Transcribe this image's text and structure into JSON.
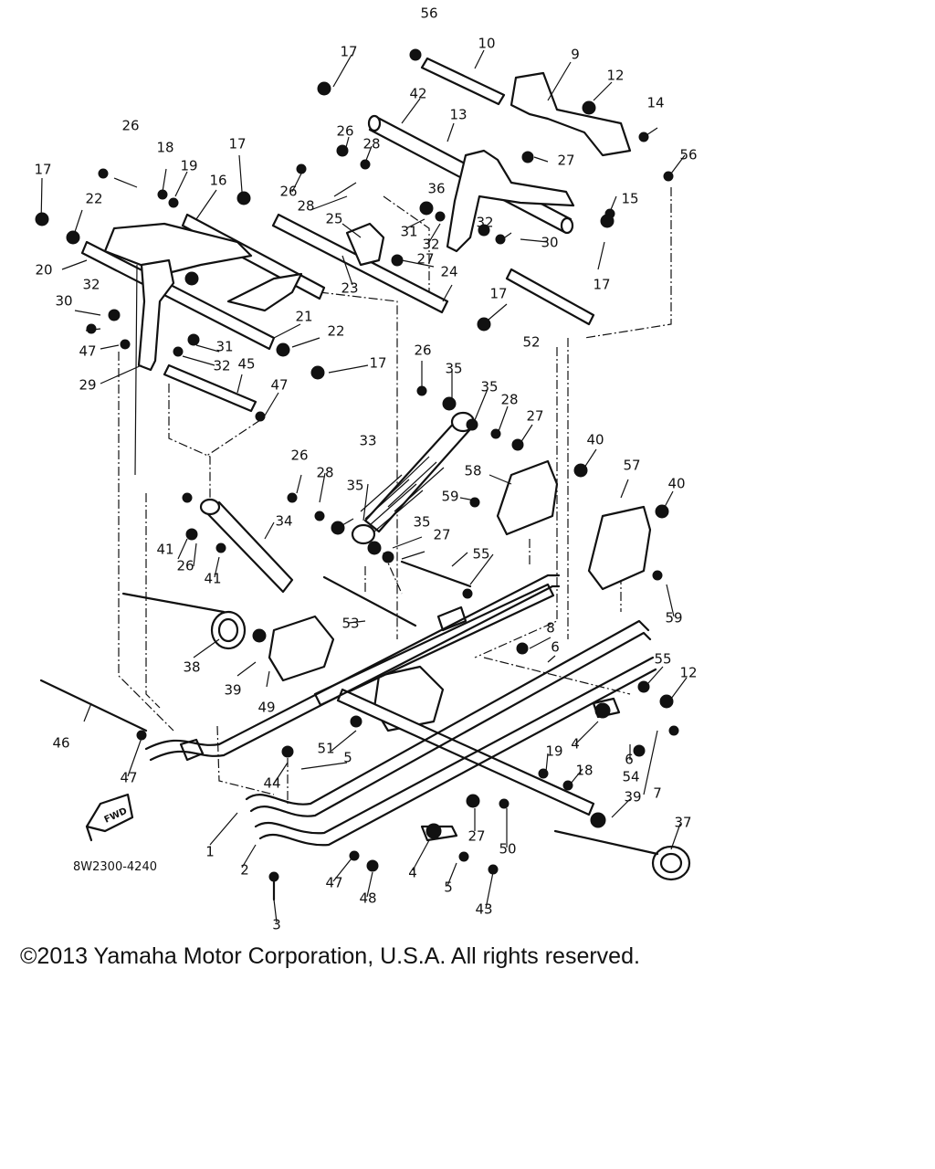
{
  "diagram": {
    "part_code": "8W2300-4240",
    "fwd_label": "FWD",
    "copyright": "©2013 Yamaha Motor Corporation, U.S.A. All rights reserved.",
    "callouts": [
      "56",
      "10",
      "9",
      "17",
      "12",
      "14",
      "42",
      "13",
      "26",
      "28",
      "27",
      "56",
      "26",
      "18",
      "19",
      "17",
      "16",
      "17",
      "26",
      "36",
      "15",
      "22",
      "28",
      "25",
      "31",
      "32",
      "30",
      "20",
      "27",
      "23",
      "24",
      "32",
      "17",
      "17",
      "30",
      "32",
      "21",
      "52",
      "22",
      "47",
      "31",
      "32",
      "45",
      "17",
      "26",
      "29",
      "47",
      "35",
      "35",
      "28",
      "27",
      "33",
      "40",
      "26",
      "28",
      "35",
      "58",
      "57",
      "40",
      "59",
      "27",
      "55",
      "41",
      "34",
      "35",
      "26",
      "41",
      "53",
      "59",
      "8",
      "6",
      "38",
      "39",
      "55",
      "12",
      "49",
      "46",
      "4",
      "6",
      "19",
      "54",
      "7",
      "47",
      "51",
      "5",
      "18",
      "44",
      "39",
      "37",
      "27",
      "50",
      "1",
      "2",
      "4",
      "5",
      "47",
      "48",
      "43",
      "3"
    ]
  }
}
